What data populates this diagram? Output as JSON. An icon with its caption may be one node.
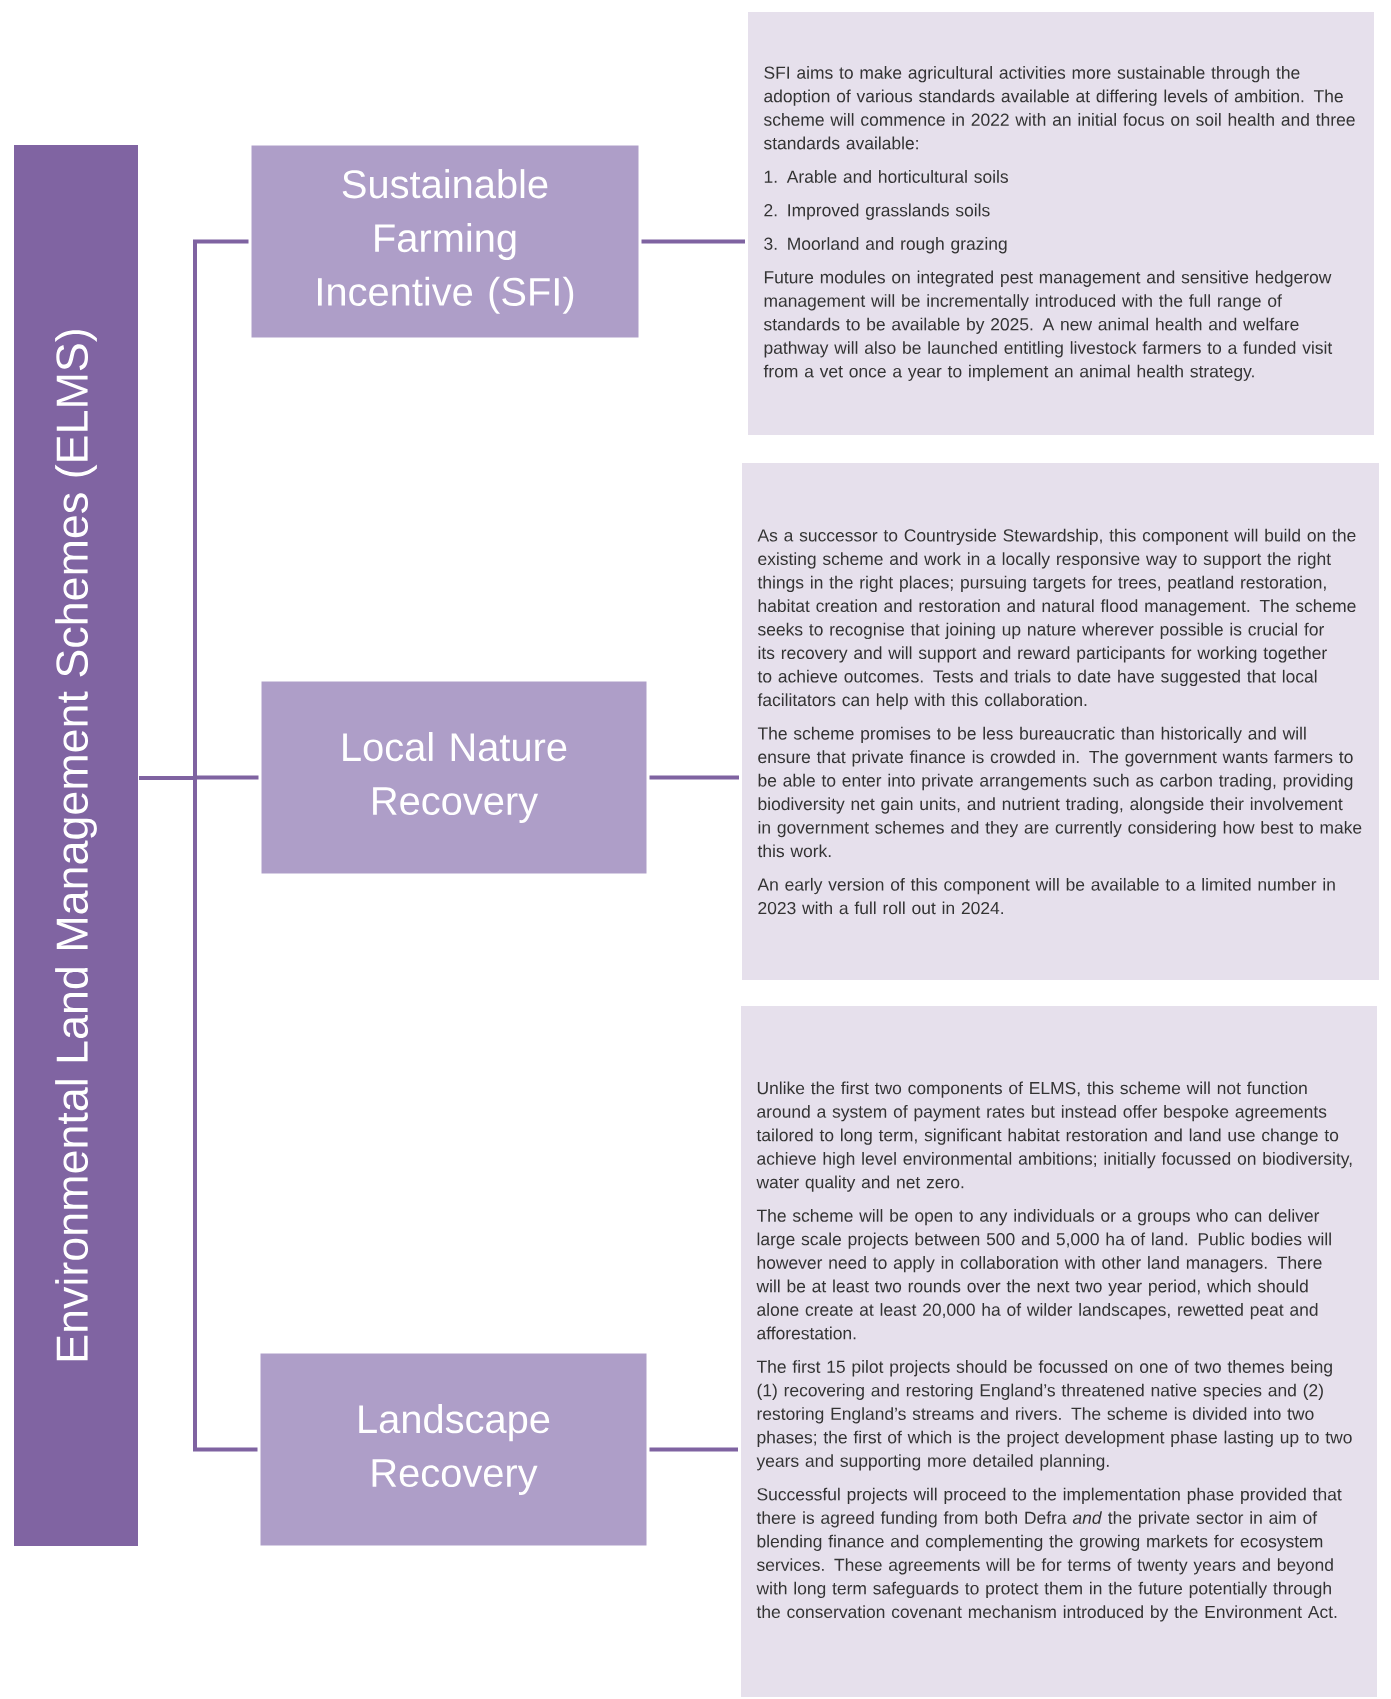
{
  "diagram": {
    "nodes": [
      {
        "text": [
          "Environmental Land Management Schemes (ELMS)"
        ]
      },
      {
        "text": [
          "Sustainable Farming Incentive (SFI)"
        ]
      },
      {
        "text": [
          "SFI aims to make agricultural activities more sustainable through the adoption of various standards available at differing levels of ambition. The scheme will commence in 2022 with an initial focus on soil health and three standards available:",
          "1. Arable and horticultural soils",
          "2. Improved grasslands soils",
          "3. Moorland and rough grazing",
          "Future modules on integrated pest management and sensitive hedgerow management will be incrementally introduced with the full range of standards to be available by 2025. A new animal health and welfare pathway will also be launched entitling livestock farmers to a funded visit from a vet once a year to implement an animal health strategy."
        ]
      },
      {
        "text": [
          "Local Nature Recovery"
        ]
      },
      {
        "text": [
          "As a successor to Countryside Stewardship, this component will build on the existing scheme and work in a locally responsive way to support the right things in the right places; pursuing targets for trees, peatland restoration, habitat creation and restoration and natural flood management. The scheme seeks to recognise that joining up nature wherever possible is crucial for its recovery and will support and reward participants for working together to achieve outcomes. Tests and trials to date have suggested that local facilitators can help with this collaboration.",
          "The scheme promises to be less bureaucratic than historically and will ensure that private finance is crowded in. The government wants farmers to be able to enter into private arrangements such as carbon trading, providing biodiversity net gain units, and nutrient trading, alongside their involvement in government schemes and they are currently considering how best to make this work.",
          "An early version of this component will be available to a limited number in 2023 with a full roll out in 2024."
        ]
      },
      {
        "text": [
          "Landscape Recovery"
        ]
      },
      {
        "text": [
          "Unlike the first two components of ELMS, this scheme will not function around a system of payment rates but instead offer bespoke agreements tailored to long term, significant habitat restoration and land use change to achieve high level environmental ambitions; initially focussed on biodiversity, water quality and net zero.",
          "The scheme will be open to any individuals or a groups who can deliver large scale projects between 500 and 5,000 ha of land. Public bodies will however need to apply in collaboration with other land managers. There will be at least two rounds over the next two year period, which should alone create at least 20,000 ha of wilder landscapes, rewetted peat and afforestation.",
          "The first 15 pilot projects should be focussed on one of two themes being (1) recovering and restoring England’s threatened native species and (2) restoring England’s streams and rivers. The scheme is divided into two phases; the first of which is the project development phase lasting up to two years and supporting more detailed planning.",
          "Successful projects will proceed to the implementation phase provided that there is agreed funding from both Defra *and* the private sector in aim of blending finance and complementing the growing markets for ecosystem services. These agreements will be for terms of twenty years and beyond with long term safeguards to protect them in the future potentially through the conservation covenant mechanism introduced by the Environment Act."
        ]
      }
    ],
    "edges": [
      {
        "from": 0,
        "to": 1,
        "arrow": "none"
      },
      {
        "from": 0,
        "to": 3,
        "arrow": "none"
      },
      {
        "from": 0,
        "to": 5,
        "arrow": "none"
      },
      {
        "from": 1,
        "to": 2,
        "arrow": "none"
      },
      {
        "from": 3,
        "to": 4,
        "arrow": "none"
      },
      {
        "from": 5,
        "to": 6,
        "arrow": "none"
      }
    ]
  }
}
